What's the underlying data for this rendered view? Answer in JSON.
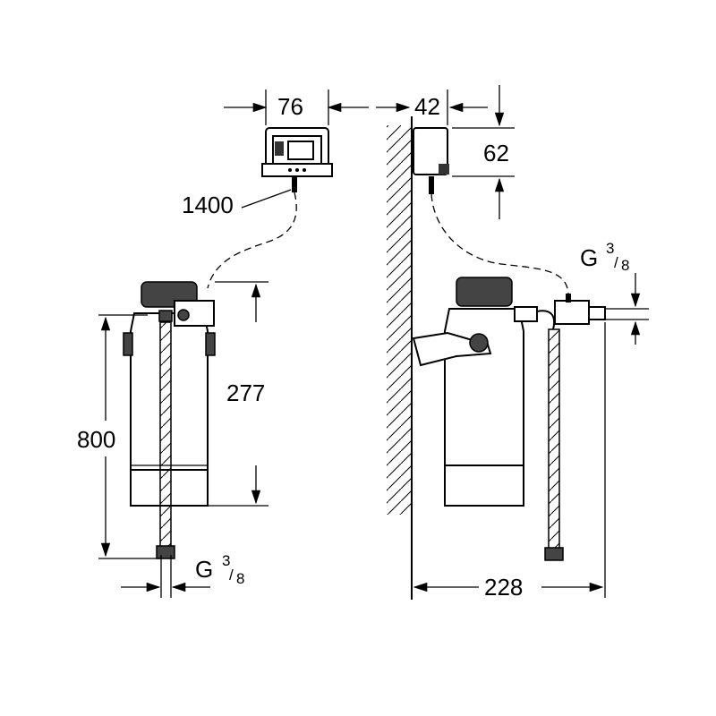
{
  "dimensions": {
    "controller_width": "76",
    "controller_depth": "42",
    "controller_height": "62",
    "cable_length": "1400",
    "connection_height": "277",
    "total_height": "800",
    "wall_distance": "228"
  },
  "thread_left": {
    "prefix": "G",
    "num": "3",
    "den": "8"
  },
  "thread_right": {
    "prefix": "G",
    "num": "3",
    "den": "8"
  }
}
